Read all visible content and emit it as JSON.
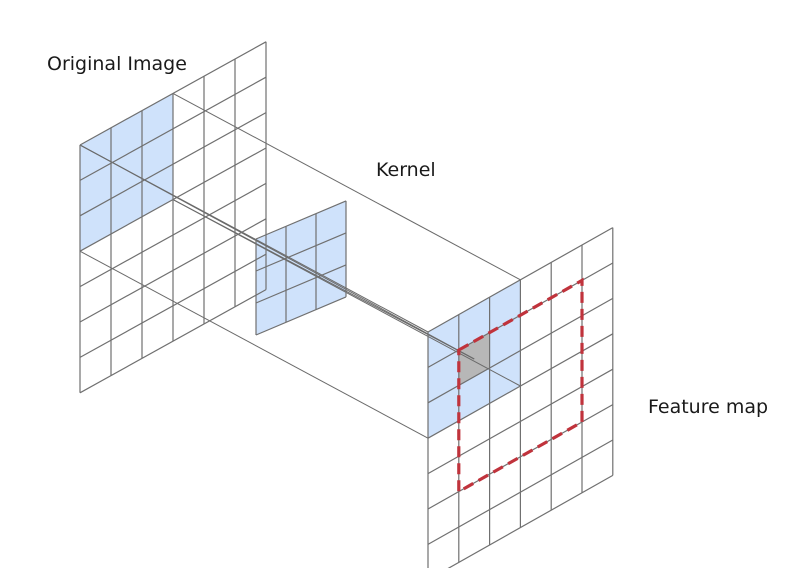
{
  "labels": {
    "original_image": "Original Image",
    "kernel": "Kernel",
    "feature_map": "Feature map"
  },
  "grids": {
    "original_image": {
      "rows": 7,
      "cols": 6
    },
    "kernel": {
      "rows": 3,
      "cols": 3
    },
    "feature_map": {
      "rows": 7,
      "cols": 6
    }
  },
  "colors": {
    "grid_line": "#707070",
    "highlight_fill": "#cfe2fb",
    "center_cell_fill": "#b7b7b7",
    "dashed_box": "#c0333c"
  }
}
